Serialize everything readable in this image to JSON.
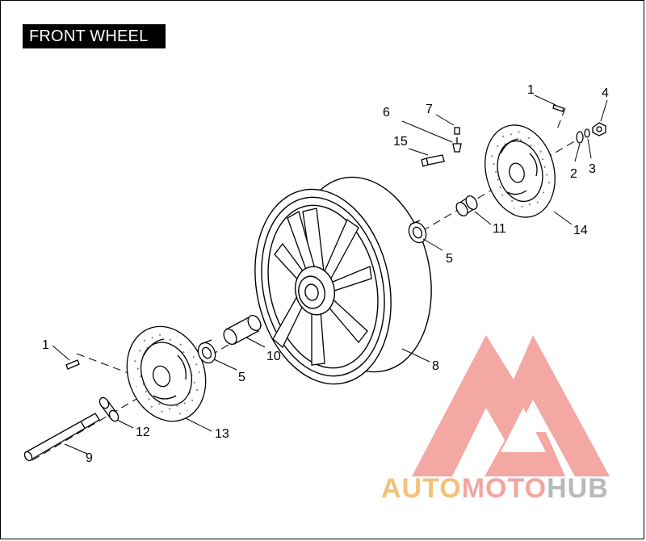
{
  "title": "FRONT WHEEL",
  "callouts": {
    "c1a": "1",
    "c1b": "1",
    "c2": "2",
    "c3": "3",
    "c4": "4",
    "c5a": "5",
    "c5b": "5",
    "c6": "6",
    "c7": "7",
    "c8": "8",
    "c9": "9",
    "c10": "10",
    "c11": "11",
    "c12": "12",
    "c13": "13",
    "c14": "14",
    "c15": "15"
  },
  "watermark": {
    "part1": "AUTO",
    "part2": "MOTO",
    "part3": "HUB"
  },
  "colors": {
    "watermark_red": "#f29a94",
    "watermark_orange": "#f2c27a",
    "watermark_gray": "#b9b9b9",
    "line": "#000000"
  }
}
